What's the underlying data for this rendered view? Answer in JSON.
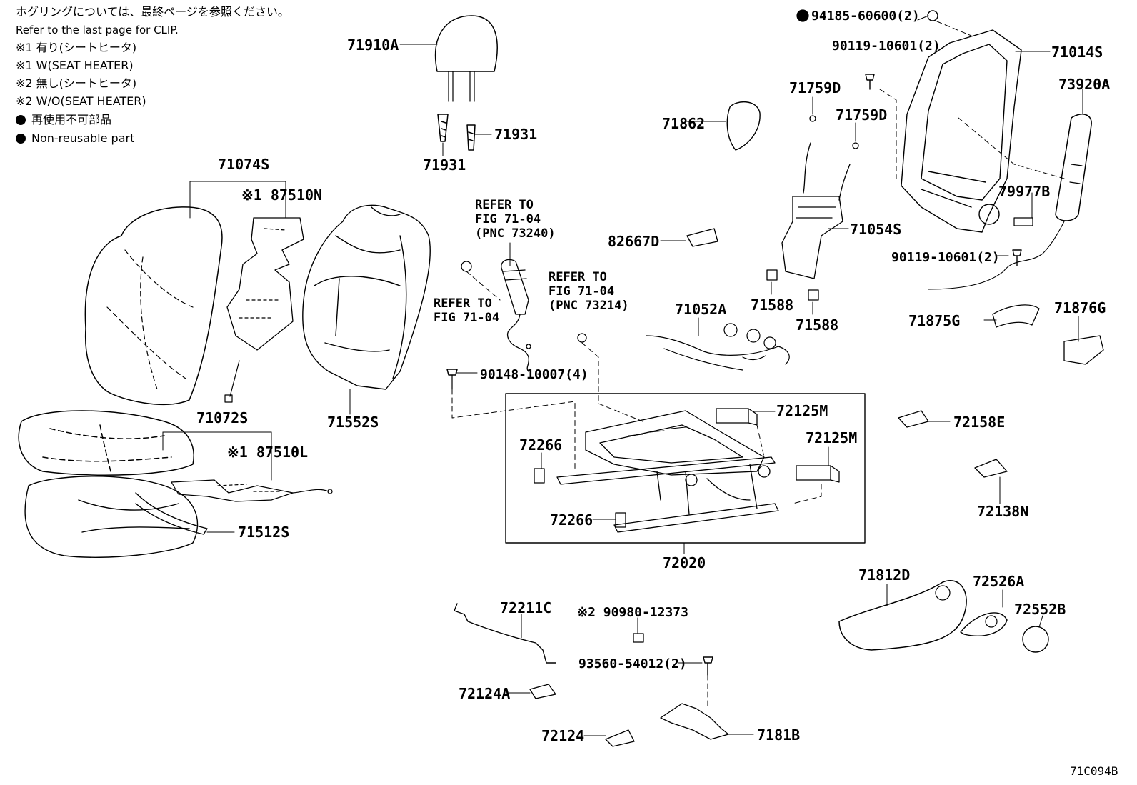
{
  "notes": {
    "clip_jp": "ホグリングについては、最終ページを参照ください。",
    "clip_en": "Refer to the last page for CLIP.",
    "note1_jp": "※1 有り(シートヒータ)",
    "note1_en": "※1 W(SEAT HEATER)",
    "note2_jp": "※2 無し(シートヒータ)",
    "note2_en": "※2 W/O(SEAT HEATER)",
    "nonreuse_jp": "再使用不可部品",
    "nonreuse_en": "Non-reusable part"
  },
  "refer": {
    "r1": [
      "REFER TO",
      "FIG 71-04",
      "(PNC 73240)"
    ],
    "r2": [
      "REFER TO",
      "FIG 71-04",
      "(PNC 73214)"
    ],
    "r3": [
      "REFER TO",
      "FIG 71-04"
    ]
  },
  "labels": {
    "p71910A": "71910A",
    "p71931a": "71931",
    "p71931b": "71931",
    "p71074S": "71074S",
    "p87510N": "※1 87510N",
    "p71072S": "71072S",
    "p87510L": "※1 87510L",
    "p71512S": "71512S",
    "p71552S": "71552S",
    "p90148": "90148-10007(4)",
    "p71862": "71862",
    "p82667D": "82667D",
    "p71759D1": "71759D",
    "p71759D2": "71759D",
    "p71054S": "71054S",
    "p71052A": "71052A",
    "p71588a": "71588",
    "p71588b": "71588",
    "p94185": "94185-60600(2)",
    "p90119a": "90119-10601(2)",
    "p71014S": "71014S",
    "p73920A": "73920A",
    "p79977B": "79977B",
    "p90119b": "90119-10601(2)",
    "p71875G": "71875G",
    "p71876G": "71876G",
    "p72125Ma": "72125M",
    "p72125Mb": "72125M",
    "p72266a": "72266",
    "p72266b": "72266",
    "p72020": "72020",
    "p72158E": "72158E",
    "p72138N": "72138N",
    "p71812D": "71812D",
    "p72526A": "72526A",
    "p72552B": "72552B",
    "p72211C": "72211C",
    "p90980": "※2 90980-12373",
    "p93560": "93560-54012(2)",
    "p72124A": "72124A",
    "p72124": "72124",
    "p7181B": "7181B",
    "fig_code": "71C094B"
  }
}
